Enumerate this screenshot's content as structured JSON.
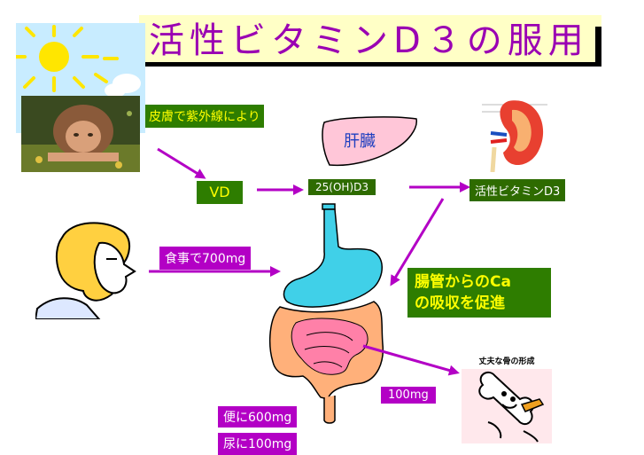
{
  "title": "活性ビタミンD３の服用",
  "labels": {
    "skin": "皮膚で紫外線により",
    "vd": "VD",
    "hydroxy": "25(OH)D3",
    "active": "活性ビタミンD3",
    "liver": "肝臓",
    "diet": "食事で700mg",
    "absorb_line1": "腸管からのCa",
    "absorb_line2": "の吸収を促進",
    "bone_amount": "100mg",
    "feces": "便に600mg",
    "urine": "尿に100mg",
    "bone_caption": "丈夫な骨の形成"
  },
  "colors": {
    "title": "#9a00b3",
    "arrow": "#b300c5",
    "label_green": "#2e7d00",
    "label_purple": "#b300c5",
    "stomach": "#40d0e8",
    "intestine": "#ffb07a",
    "liver": "#ffc6d8"
  }
}
